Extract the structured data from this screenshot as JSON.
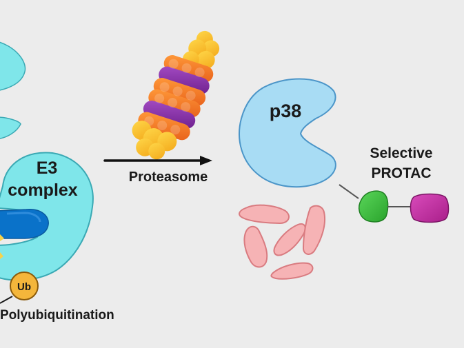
{
  "labels": {
    "e3_line1": "E3",
    "e3_line2": "complex",
    "ub": "Ub",
    "polyubiquitination": "Polyubiquitination",
    "proteasome": "Proteasome",
    "p38": "p38",
    "protac_line1": "Selective",
    "protac_line2": "PROTAC"
  },
  "colors": {
    "background": "#ececec",
    "e3_body": "#7fe6ea",
    "e3_outline": "#3aa9b4",
    "e3_blue_domain": "#0a72c9",
    "ub_fill": "#f4b63b",
    "proteasome_yellow": "#f7c21f",
    "proteasome_orange": "#f5781d",
    "proteasome_purple": "#8a2ba8",
    "p38_fill": "#a8dcf4",
    "p38_outline": "#4b95c8",
    "fragment_fill": "#f6b3b5",
    "fragment_outline": "#d97b80",
    "protac_green": "#3cc13f",
    "protac_magenta": "#c32aa2",
    "arrow": "#111111"
  },
  "icons": {
    "e3": "e3-ligase-complex-icon",
    "ub": "ubiquitin-icon",
    "proteasome": "proteasome-stack-icon",
    "p38": "p38-kinase-pacman-icon",
    "fragments": "peptide-fragment-icon",
    "protac": "protac-molecule-icon",
    "arrow": "reaction-arrow-icon"
  }
}
